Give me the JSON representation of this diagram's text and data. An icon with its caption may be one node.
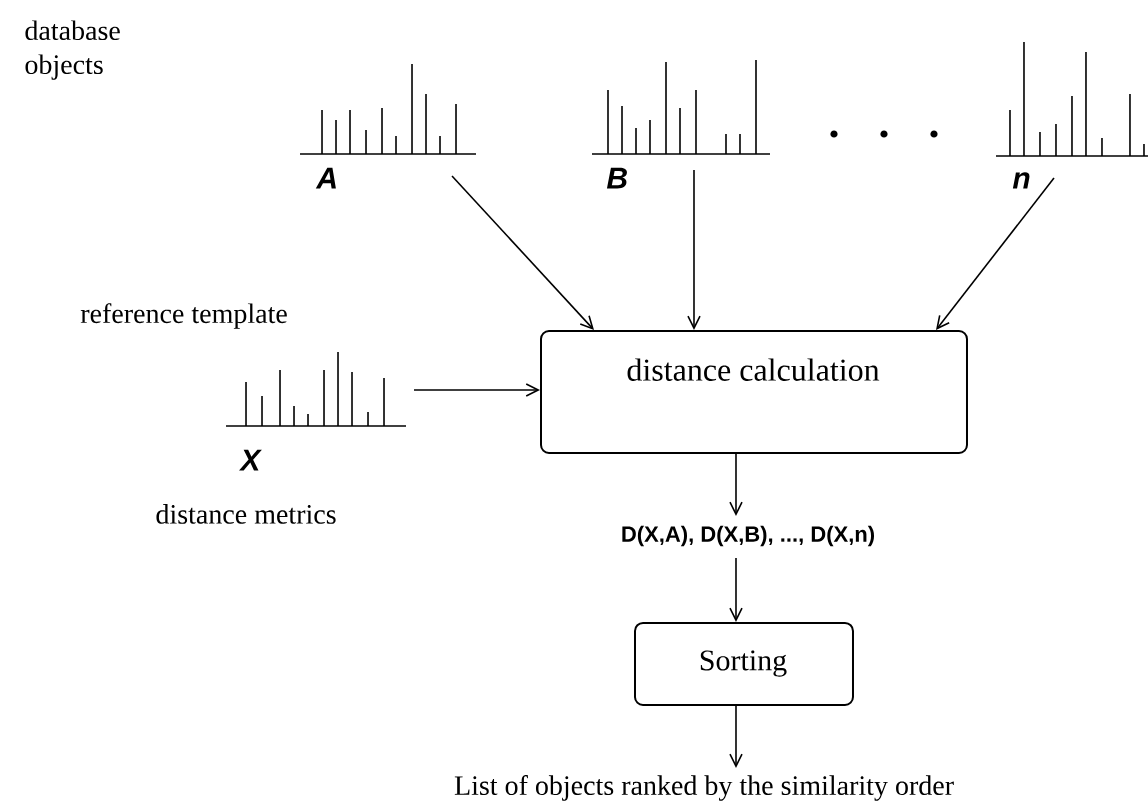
{
  "diagram": {
    "nodes": [
      {
        "text": [
          "A"
        ]
      },
      {
        "text": [
          "B"
        ]
      },
      {
        "text": [
          "n"
        ]
      },
      {
        "text": [
          "X"
        ],
        "beside": [
          "reference template",
          "distance metrics"
        ]
      },
      {
        "text": [
          "distance calculation"
        ]
      },
      {
        "text": [
          "D(X,A), D(X,B), ..., D(X,n)"
        ]
      },
      {
        "text": [
          "Sorting"
        ]
      },
      {
        "text": [
          "List of objects ranked by the similarity order"
        ]
      }
    ],
    "edges": [
      {
        "from": 0,
        "to": 4,
        "arrow": "to"
      },
      {
        "from": 1,
        "to": 4,
        "arrow": "to"
      },
      {
        "from": 2,
        "to": 4,
        "arrow": "to"
      },
      {
        "from": 3,
        "to": 4,
        "arrow": "to"
      },
      {
        "from": 4,
        "to": 5,
        "arrow": "to"
      },
      {
        "from": 5,
        "to": 6,
        "arrow": "to"
      },
      {
        "from": 6,
        "to": 7,
        "arrow": "to"
      }
    ],
    "labels": [
      "database objects"
    ]
  }
}
